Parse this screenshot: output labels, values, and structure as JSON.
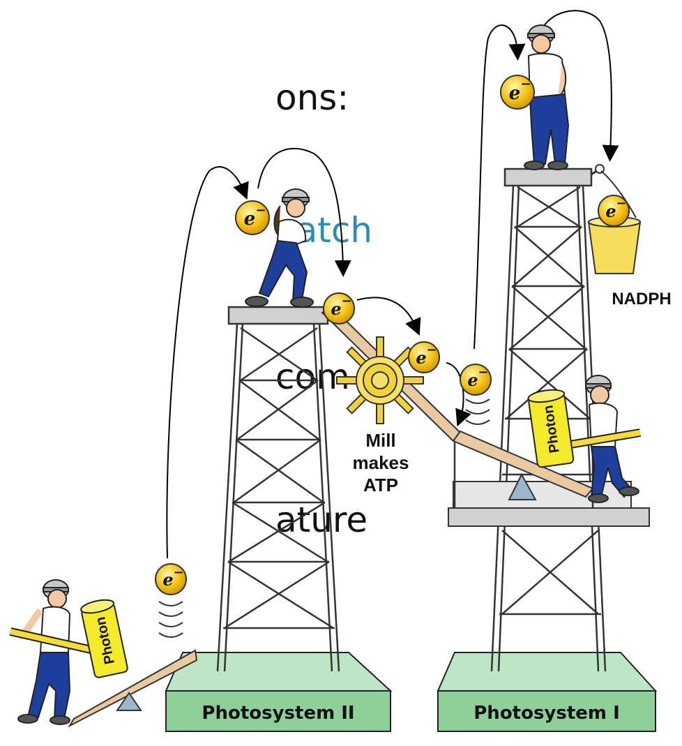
{
  "slide_text": {
    "line1": "ons:",
    "line2": "vatch",
    "line3": "com",
    "line4": "ature"
  },
  "diagram": {
    "electron_label": "e",
    "electron_superscript": "−",
    "photon_label": "Photon",
    "mill_label_1": "Mill",
    "mill_label_2": "makes",
    "mill_label_3": "ATP",
    "nadph_label": "NADPH",
    "ps2_label": "Photosystem II",
    "ps1_label": "Photosystem I"
  },
  "colors": {
    "link_blue": "#2a8db8",
    "base_green": "#8fcf9a",
    "electron_yellow": "#f5c518",
    "photon_yellow": "#f3ea2a",
    "shirt_blue": "#1f3f9c",
    "platform_gray": "#c8c8c8"
  }
}
